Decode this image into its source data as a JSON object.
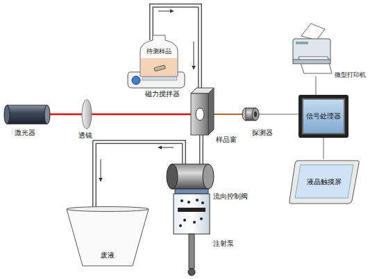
{
  "diagram": {
    "nodes": [
      {
        "text": [
          "待测样品"
        ]
      },
      {
        "text": [
          "信号处理器"
        ]
      },
      {
        "text": [
          "微型打印机"
        ]
      },
      {
        "text": [
          "液晶触摸屏"
        ]
      },
      {
        "text": [
          "废液"
        ]
      }
    ],
    "edges": [
      {
        "from": 2,
        "to": 1,
        "arrow": "none"
      },
      {
        "from": 1,
        "to": 3,
        "arrow": "none"
      }
    ],
    "labels": [
      "激光器",
      "透镜",
      "磁力搅拌器",
      "样品窗",
      "探测器",
      "流向控制阀",
      "注射泵"
    ]
  }
}
